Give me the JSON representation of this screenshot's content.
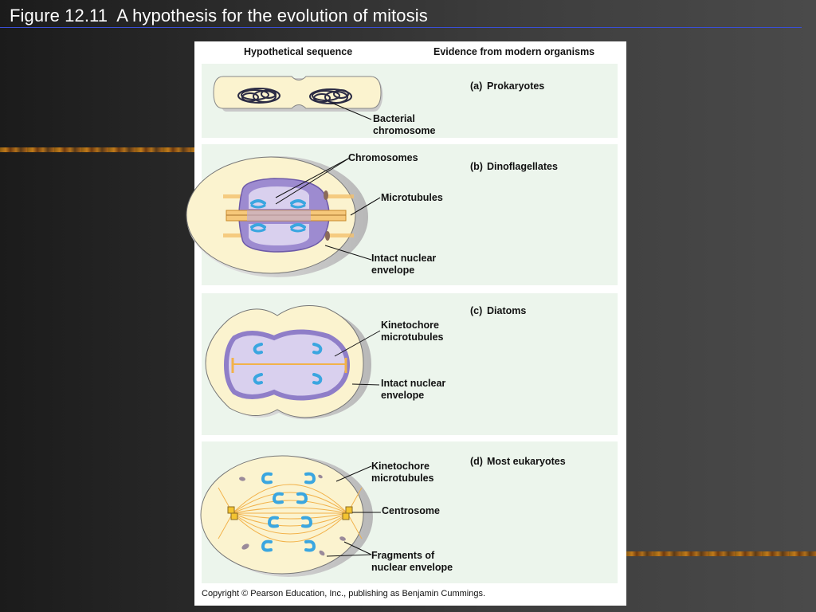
{
  "slide": {
    "title": "Figure 12.11  A hypothesis for the evolution of mitosis"
  },
  "figure": {
    "header_left": "Hypothetical sequence",
    "header_right": "Evidence from modern organisms",
    "panels": [
      {
        "letter": "(a)",
        "organism": "Prokaryotes",
        "labels": [
          "Bacterial",
          "chromosome"
        ]
      },
      {
        "letter": "(b)",
        "organism": "Dinoflagellates",
        "labels": [
          "Chromosomes",
          "Microtubules",
          "Intact nuclear",
          "envelope"
        ]
      },
      {
        "letter": "(c)",
        "organism": "Diatoms",
        "labels": [
          "Kinetochore",
          "microtubules",
          "Intact nuclear",
          "envelope"
        ]
      },
      {
        "letter": "(d)",
        "organism": "Most eukaryotes",
        "labels": [
          "Kinetochore",
          "microtubules",
          "Centrosome",
          "Fragments of",
          "nuclear envelope"
        ]
      }
    ],
    "copyright": "Copyright © Pearson Education, Inc., publishing as Benjamin Cummings.",
    "colors": {
      "cell_fill": "#fbf3cf",
      "nucleus_fill": "#a99ad6",
      "chromosome": "#3aa6e0",
      "microtubule": "#f2b24a",
      "panel_bg": "#ecf5ec"
    }
  }
}
